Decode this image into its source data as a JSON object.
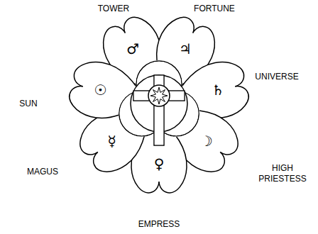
{
  "diagram": {
    "nodes": [
      {
        "text": [
          "TOWER",
          "♂"
        ]
      },
      {
        "text": [
          "FORTUNE",
          "♃"
        ]
      },
      {
        "text": [
          "UNIVERSE",
          "♄"
        ]
      },
      {
        "text": [
          "HIGH PRIESTESS",
          "☽"
        ]
      },
      {
        "text": [
          "EMPRESS",
          "♀"
        ]
      },
      {
        "text": [
          "MAGUS",
          "☿"
        ]
      },
      {
        "text": [
          "SUN",
          "☉"
        ]
      }
    ]
  }
}
